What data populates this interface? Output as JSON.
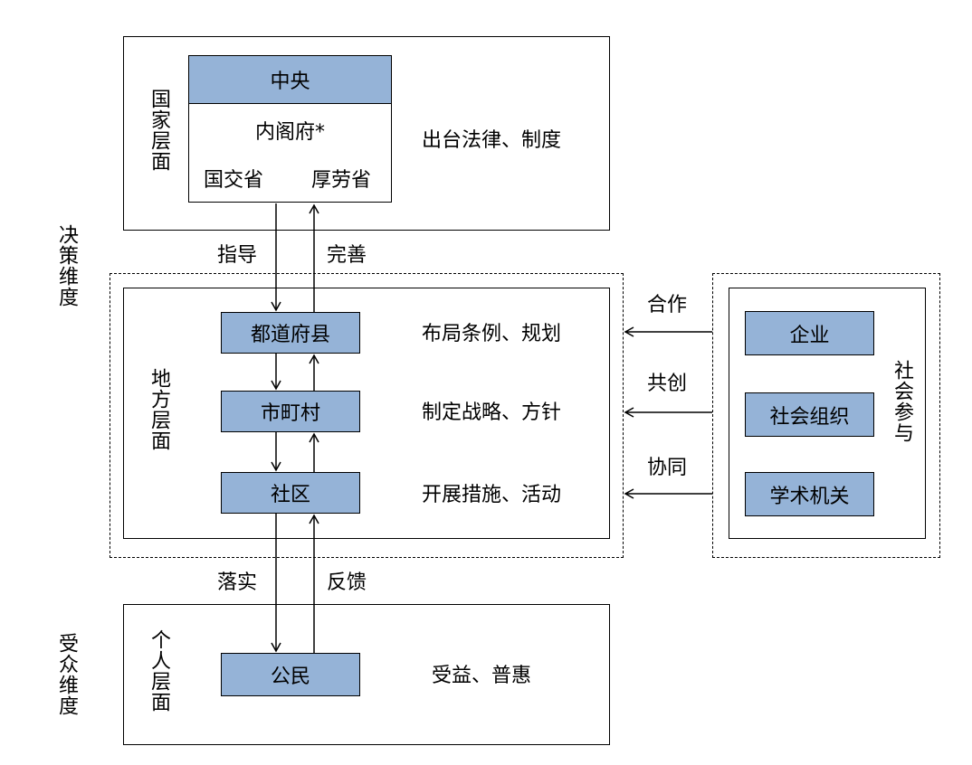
{
  "dimensions": {
    "decision": "决策维度",
    "audience": "受众维度"
  },
  "national": {
    "layer_label": "国家层面",
    "central_header": "中央",
    "cabinet": "内阁府*",
    "ministry_left": "国交省",
    "ministry_right": "厚劳省",
    "action": "出台法律、制度"
  },
  "national_local_arrows": {
    "down_label": "指导",
    "up_label": "完善"
  },
  "local": {
    "layer_label": "地方层面",
    "nodes": [
      {
        "label": "都道府县",
        "action": "布局条例、规划"
      },
      {
        "label": "市町村",
        "action": "制定战略、方针"
      },
      {
        "label": "社区",
        "action": "开展措施、活动"
      }
    ]
  },
  "social": {
    "layer_label": "社会参与",
    "nodes": [
      "企业",
      "社会组织",
      "学术机关"
    ],
    "arrow_labels": [
      "合作",
      "共创",
      "协同"
    ]
  },
  "local_individual_arrows": {
    "down_label": "落实",
    "up_label": "反馈"
  },
  "individual": {
    "layer_label": "个人层面",
    "node": "公民",
    "action": "受益、普惠"
  }
}
